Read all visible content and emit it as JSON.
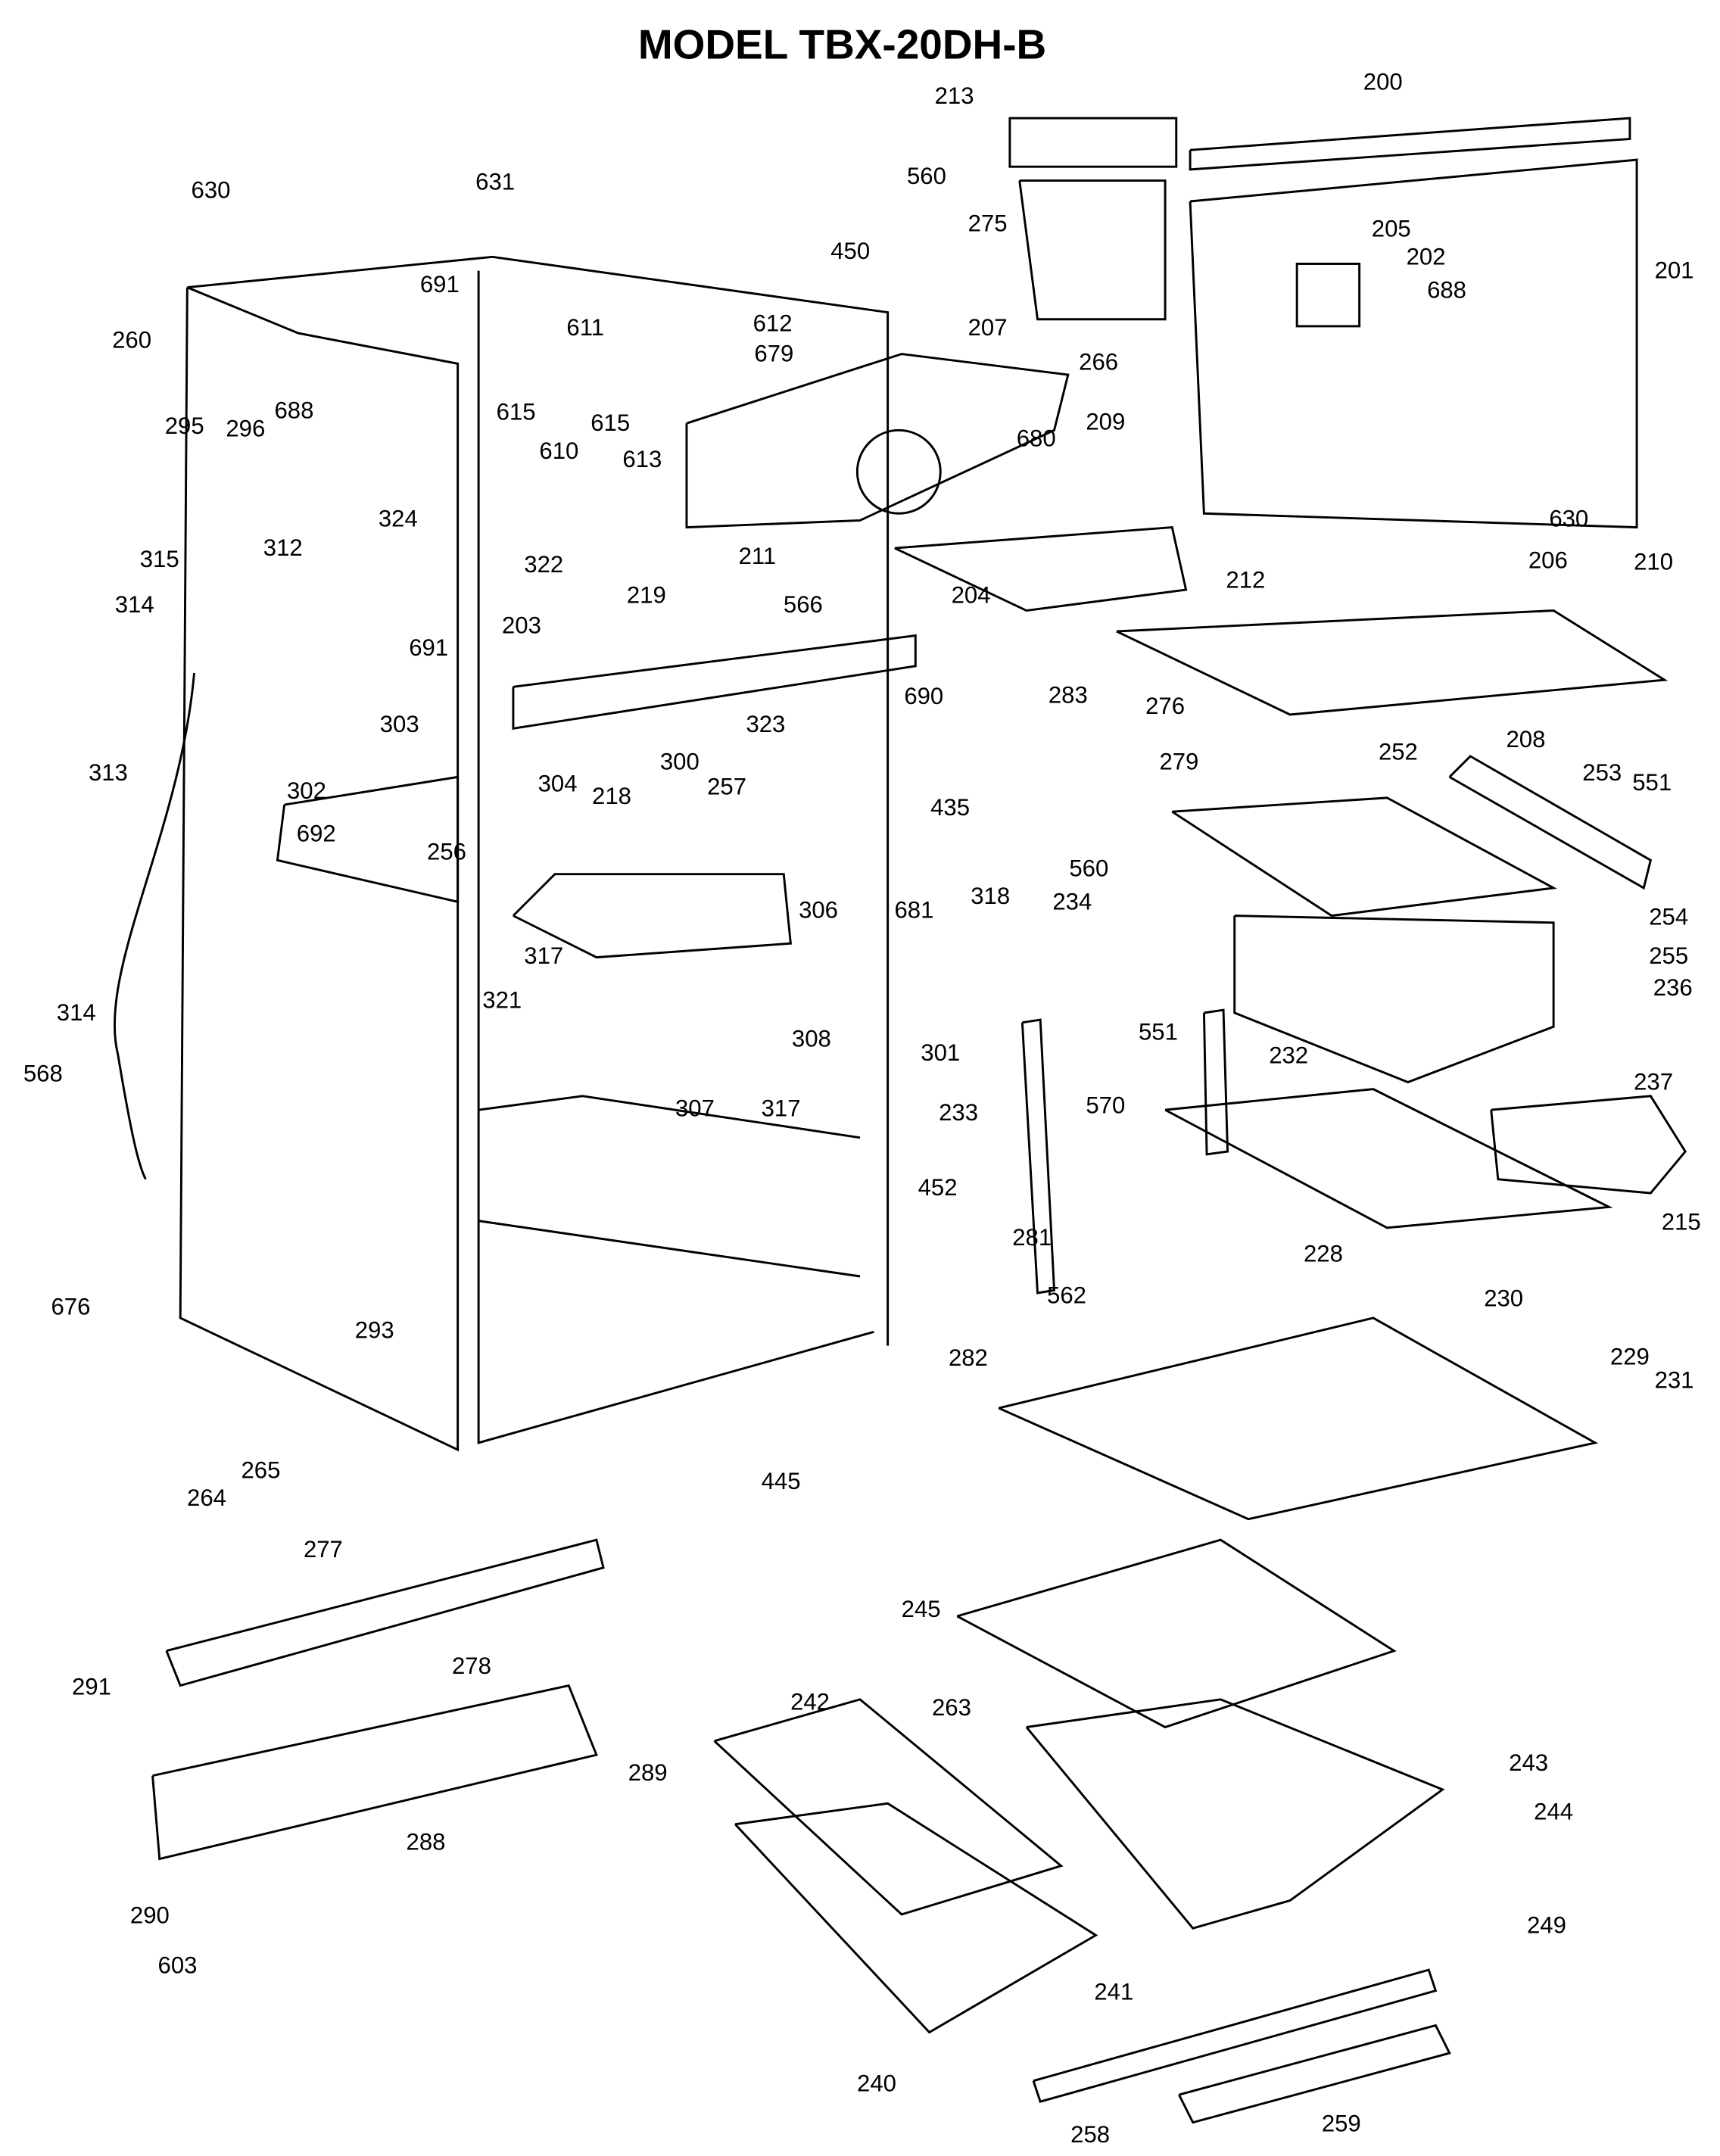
{
  "title": "MODEL TBX-20DH-B",
  "part_labels": [
    "200",
    "213",
    "630",
    "631",
    "560",
    "275",
    "205",
    "202",
    "201",
    "450",
    "688",
    "691",
    "611",
    "612",
    "679",
    "207",
    "266",
    "260",
    "688",
    "615",
    "615",
    "610",
    "613",
    "209",
    "680",
    "295",
    "296",
    "324",
    "322",
    "630",
    "211",
    "212",
    "206",
    "210",
    "315",
    "312",
    "314",
    "219",
    "203",
    "566",
    "204",
    "691",
    "690",
    "283",
    "276",
    "208",
    "303",
    "323",
    "300",
    "279",
    "252",
    "253",
    "551",
    "313",
    "302",
    "304",
    "257",
    "218",
    "435",
    "256",
    "692",
    "560",
    "318",
    "234",
    "254",
    "306",
    "681",
    "255",
    "317",
    "236",
    "321",
    "308",
    "314",
    "568",
    "301",
    "551",
    "232",
    "570",
    "237",
    "307",
    "317",
    "233",
    "452",
    "281",
    "215",
    "228",
    "230",
    "562",
    "676",
    "293",
    "282",
    "229",
    "231",
    "265",
    "264",
    "445",
    "277",
    "278",
    "245",
    "291",
    "242",
    "263",
    "243",
    "289",
    "288",
    "244",
    "290",
    "603",
    "249",
    "241",
    "240",
    "258",
    "259"
  ]
}
